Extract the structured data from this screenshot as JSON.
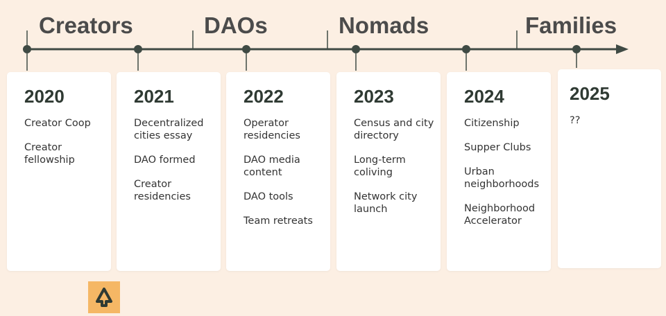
{
  "phases": [
    {
      "label": "Creators"
    },
    {
      "label": "DAOs"
    },
    {
      "label": "Nomads"
    },
    {
      "label": "Families"
    }
  ],
  "colors": {
    "background": "#fcefe3",
    "timeline": "#3f4a44",
    "card": "#ffffff",
    "year_text": "#2f3a33",
    "phase_text": "#4b4b4b",
    "logo_bg": "#f5b765",
    "logo_fg": "#2f3a33"
  },
  "years": [
    {
      "year": "2020",
      "items": [
        "Creator Coop",
        "Creator fellowship"
      ]
    },
    {
      "year": "2021",
      "items": [
        "Decentralized cities essay",
        "DAO formed",
        "Creator residencies"
      ]
    },
    {
      "year": "2022",
      "items": [
        "Operator residencies",
        "DAO media content",
        "DAO tools",
        "Team retreats"
      ]
    },
    {
      "year": "2023",
      "items": [
        "Census and city directory",
        "Long-term coliving",
        "Network city launch"
      ]
    },
    {
      "year": "2024",
      "items": [
        "Citizenship",
        "Supper Clubs",
        "Urban neighborhoods",
        "Neighborhood Accelerator"
      ]
    },
    {
      "year": "2025",
      "items": [
        "??"
      ]
    }
  ],
  "logo": {
    "icon": "tree-icon"
  }
}
